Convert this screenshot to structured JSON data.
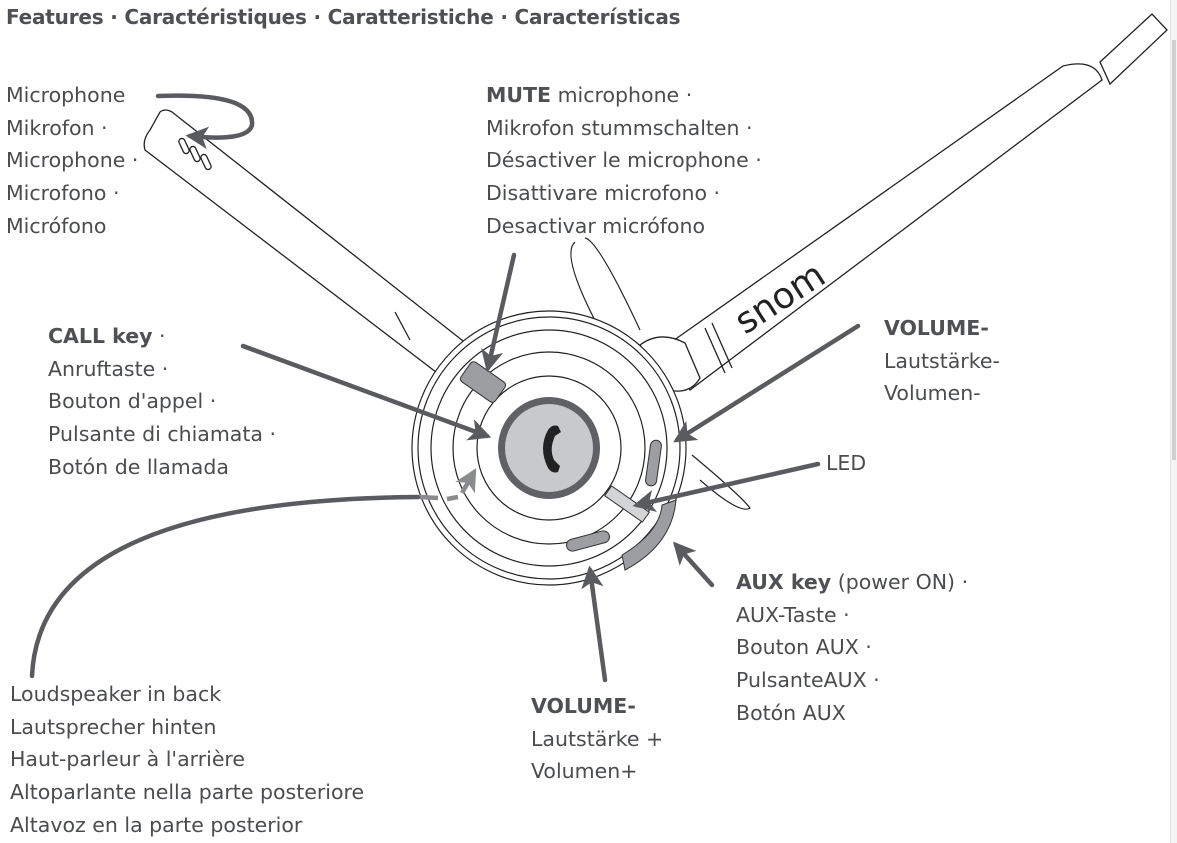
{
  "title": "Features · Caractéristiques · Caratteristiche · Características",
  "brand": "snom",
  "colors": {
    "text": "#4a4c50",
    "arrow": "#5a5b5e",
    "button_gray": "#9c9ea1",
    "call_ring": "#606164",
    "call_face": "#c8c9cb",
    "led": "#d3d4d6"
  },
  "labels": {
    "microphone": {
      "lines": [
        "Microphone",
        "Mikrofon ·",
        "Microphone ·",
        "Microfono ·",
        "Micrófono"
      ]
    },
    "mute": {
      "bold": "MUTE",
      "first_rest": " microphone  ·",
      "lines": [
        "Mikrofon stummschalten ·",
        "Désactiver le microphone ·",
        "Disattivare microfono ·",
        "Desactivar micrófono"
      ]
    },
    "call": {
      "bold": "CALL key",
      "first_rest": " ·",
      "lines": [
        "Anruftaste ·",
        "Bouton d'appel ·",
        "Pulsante di chiamata ·",
        "Botón de llamada"
      ]
    },
    "volume_minus": {
      "bold": "VOLUME-",
      "lines": [
        "Lautstärke-",
        "Volumen-"
      ]
    },
    "led": {
      "lines": [
        "LED"
      ]
    },
    "aux": {
      "bold": "AUX key",
      "first_rest": " (power ON) ·",
      "lines": [
        "AUX-Taste ·",
        "Bouton AUX ·",
        "PulsanteAUX  ·",
        "Botón AUX"
      ]
    },
    "volume_plus": {
      "bold": "VOLUME-",
      "lines": [
        "Lautstärke +",
        "Volumen+"
      ]
    },
    "loudspeaker": {
      "lines": [
        "Loudspeaker in back",
        "Lautsprecher hinten",
        "Haut-parleur à l'arrière",
        "Altoparlante nella parte posteriore",
        "Altavoz en la parte posterior"
      ]
    }
  }
}
